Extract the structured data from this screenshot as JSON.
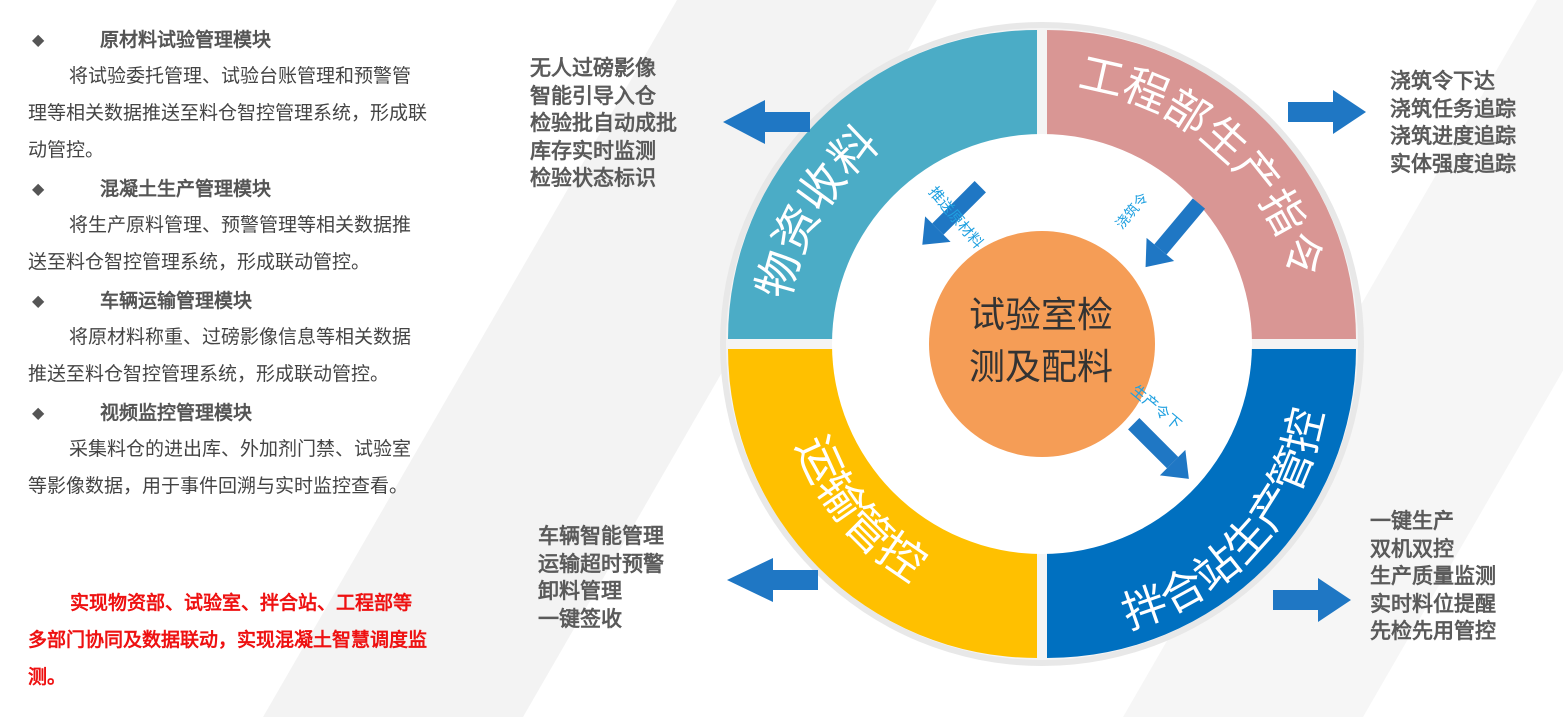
{
  "modules": [
    {
      "title": "原材料试验管理模块",
      "desc": "将试验委托管理、试验台账管理和预警管理等相关数据推送至料仓智控管理系统，形成联动管控。"
    },
    {
      "title": "混凝土生产管理模块",
      "desc": "将生产原料管理、预警管理等相关数据推送至料仓智控管理系统，形成联动管控。"
    },
    {
      "title": "车辆运输管理模块",
      "desc": "将原材料称重、过磅影像信息等相关数据推送至料仓智控管理系统，形成联动管控。"
    },
    {
      "title": "视频监控管理模块",
      "desc": "采集料仓的进出库、外加剂门禁、试验室等影像数据，用于事件回溯与实时监控查看。"
    }
  ],
  "bullet_symbol": "◆",
  "summary": "实现物资部、试验室、拌合站、工程部等多部门协同及数据联动，实现混凝土智慧调度监测。",
  "center": {
    "line1": "试验室检",
    "line2": "测及配料"
  },
  "segments": {
    "top_left": {
      "label": "物资收料",
      "color": "#4bacc6"
    },
    "top_right": {
      "label": "工程部生产指令",
      "color": "#d99694"
    },
    "bottom_right": {
      "label": "拌合站生产管控",
      "color": "#0070c0"
    },
    "bottom_left": {
      "label": "运输管控",
      "color": "#ffc000"
    }
  },
  "inner_labels": {
    "top_left": "推送原材料",
    "top_right": "浇筑令",
    "bottom_right": "生产令下"
  },
  "lists": {
    "top_left": [
      "无人过磅影像",
      "智能引导入仓",
      "检验批自动成批",
      "库存实时监测",
      "检验状态标识"
    ],
    "top_right": [
      "浇筑令下达",
      "浇筑任务追踪",
      "浇筑进度追踪",
      "实体强度追踪"
    ],
    "bottom_left": [
      "车辆智能管理",
      "运输超时预警",
      "卸料管理",
      "一键签收"
    ],
    "bottom_right": [
      "一键生产",
      "双机双控",
      "生产质量监测",
      "实时料位提醒",
      "先检先用管控"
    ]
  },
  "colors": {
    "arrow": "#1f77c4",
    "center_circle": "#f59d56",
    "highlight_text": "#ee1111",
    "label_text": "#555555"
  }
}
